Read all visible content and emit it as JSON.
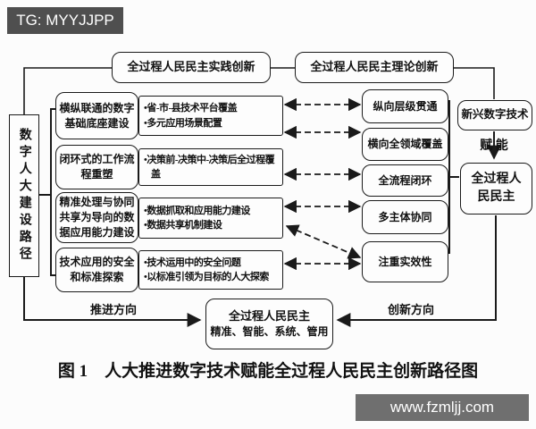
{
  "watermarks": {
    "top": "TG: MYYJJPP",
    "bottom": "www.fzmljj.com"
  },
  "colors": {
    "line": "#1a1a1a",
    "watermark_top_bg": "#4f4f4f",
    "watermark_bottom_bg": "#6f6f6f",
    "background": "#fcfcfc"
  },
  "top_flow": {
    "practice": "全过程人民民主实践创新",
    "theory": "全过程人民民主理论创新"
  },
  "left_axis": "数字人大建设路径",
  "paths": [
    {
      "label": "横纵联通的数字基础底座建设",
      "details": [
        "•省-市-县技术平台覆盖",
        "•多元应用场景配置"
      ]
    },
    {
      "label": "闭环式的工作流程重塑",
      "details": [
        "•决策前-决策中-决策后全过程覆盖"
      ]
    },
    {
      "label": "精准处理与协同共享为导向的数据应用能力建设",
      "details": [
        "•数据抓取和应用能力建设",
        "•数据共享机制建设"
      ]
    },
    {
      "label": "技术应用的安全和标准探索",
      "details": [
        "•技术运用中的安全问题",
        "•以标准引领为目标的人大探索"
      ]
    }
  ],
  "features": [
    "纵向层级贯通",
    "横向全领域覆盖",
    "全流程闭环",
    "多主体协同",
    "注重实效性"
  ],
  "right_flow": {
    "tech": "新兴数字技术",
    "empower": "赋 能",
    "democracy": "全过程人民民主"
  },
  "goal_box": {
    "line1": "全过程人民民主",
    "line2": "精准、智能、系统、管用"
  },
  "directions": {
    "promote": "推进方向",
    "innovate": "创新方向"
  },
  "caption": "图 1　人大推进数字技术赋能全过程人民民主创新路径图"
}
